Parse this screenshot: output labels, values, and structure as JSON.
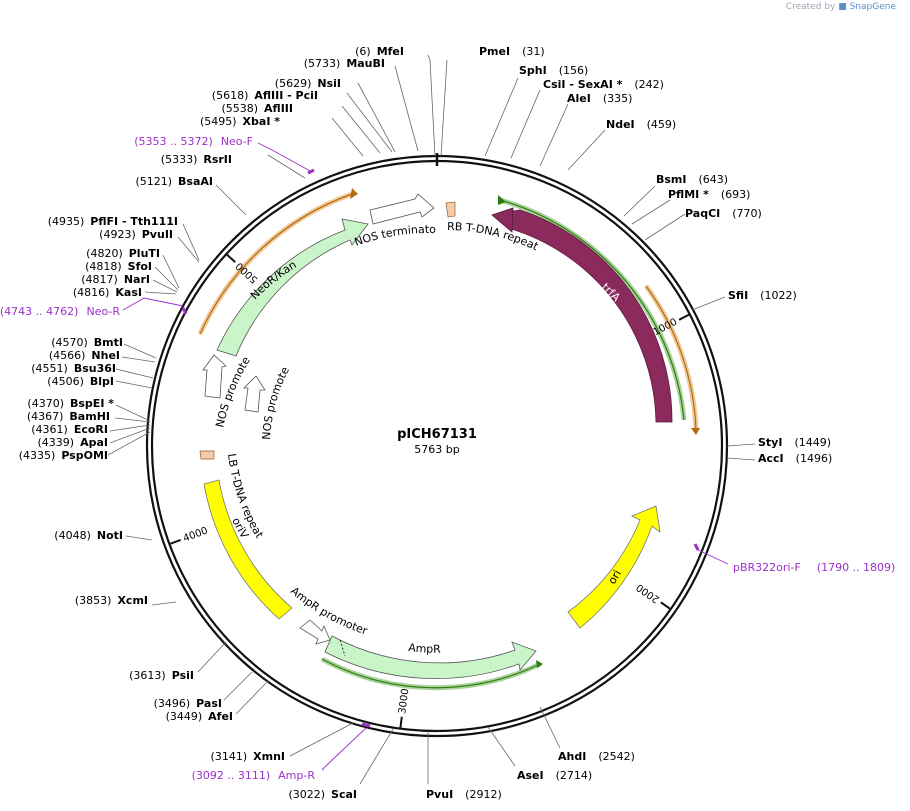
{
  "credit": {
    "prefix": "Created by",
    "brand": "SnapGene"
  },
  "plasmid": {
    "name": "pICH67131",
    "length_label": "5763 bp",
    "length": 5763
  },
  "ruler_ticks": [
    {
      "bp": 1000,
      "label": "1000"
    },
    {
      "bp": 2000,
      "label": "2000"
    },
    {
      "bp": 3000,
      "label": "3000"
    },
    {
      "bp": 4000,
      "label": "4000"
    },
    {
      "bp": 5000,
      "label": "5000"
    }
  ],
  "sites": [
    {
      "name": "MfeI",
      "pos": "(6)",
      "bp": 6
    },
    {
      "name": "PmeI",
      "pos": "(31)",
      "bp": 31
    },
    {
      "name": "SphI",
      "pos": "(156)",
      "bp": 156
    },
    {
      "name": "CsiI  - SexAI *",
      "pos": "(242)",
      "bp": 242
    },
    {
      "name": "AleI",
      "pos": "(335)",
      "bp": 335
    },
    {
      "name": "NdeI",
      "pos": "(459)",
      "bp": 459
    },
    {
      "name": "BsmI",
      "pos": "(643)",
      "bp": 643
    },
    {
      "name": "PflMI *",
      "pos": "(693)",
      "bp": 693
    },
    {
      "name": "PaqCI",
      "pos": "(770)",
      "bp": 770
    },
    {
      "name": "SfiI",
      "pos": "(1022)",
      "bp": 1022
    },
    {
      "name": "StyI",
      "pos": "(1449)",
      "bp": 1449
    },
    {
      "name": "AccI",
      "pos": "(1496)",
      "bp": 1496
    },
    {
      "name": "AhdI",
      "pos": "(2542)",
      "bp": 2542
    },
    {
      "name": "AseI",
      "pos": "(2714)",
      "bp": 2714
    },
    {
      "name": "PvuI",
      "pos": "(2912)",
      "bp": 2912
    },
    {
      "name": "ScaI",
      "pos": "(3022)",
      "bp": 3022
    },
    {
      "name": "XmnI",
      "pos": "(3141)",
      "bp": 3141
    },
    {
      "name": "AfeI",
      "pos": "(3449)",
      "bp": 3449
    },
    {
      "name": "PasI",
      "pos": "(3496)",
      "bp": 3496
    },
    {
      "name": "PsiI",
      "pos": "(3613)",
      "bp": 3613
    },
    {
      "name": "XcmI",
      "pos": "(3853)",
      "bp": 3853
    },
    {
      "name": "NotI",
      "pos": "(4048)",
      "bp": 4048
    },
    {
      "name": "PspOMI",
      "pos": "(4335)",
      "bp": 4335
    },
    {
      "name": "ApaI",
      "pos": "(4339)",
      "bp": 4339
    },
    {
      "name": "EcoRI",
      "pos": "(4361)",
      "bp": 4361
    },
    {
      "name": "BamHI",
      "pos": "(4367)",
      "bp": 4367
    },
    {
      "name": "BspEI *",
      "pos": "(4370)",
      "bp": 4370
    },
    {
      "name": "BlpI",
      "pos": "(4506)",
      "bp": 4506
    },
    {
      "name": "Bsu36I",
      "pos": "(4551)",
      "bp": 4551
    },
    {
      "name": "NheI",
      "pos": "(4566)",
      "bp": 4566
    },
    {
      "name": "BmtI",
      "pos": "(4570)",
      "bp": 4570
    },
    {
      "name": "KasI",
      "pos": "(4816)",
      "bp": 4816
    },
    {
      "name": "NarI",
      "pos": "(4817)",
      "bp": 4817
    },
    {
      "name": "SfoI",
      "pos": "(4818)",
      "bp": 4818
    },
    {
      "name": "PluTI",
      "pos": "(4820)",
      "bp": 4820
    },
    {
      "name": "PvuII",
      "pos": "(4923)",
      "bp": 4923
    },
    {
      "name": "PflFI  - Tth111I",
      "pos": "(4935)",
      "bp": 4935
    },
    {
      "name": "BsaAI",
      "pos": "(5121)",
      "bp": 5121
    },
    {
      "name": "RsrII",
      "pos": "(5333)",
      "bp": 5333
    },
    {
      "name": "XbaI *",
      "pos": "(5495)",
      "bp": 5495
    },
    {
      "name": "AflIII",
      "pos": "(5538)",
      "bp": 5538
    },
    {
      "name": "AflIII  - PciI",
      "pos": "(5618)",
      "bp": 5618
    },
    {
      "name": "NsiI",
      "pos": "(5629)",
      "bp": 5629
    },
    {
      "name": "MauBI",
      "pos": "(5733)",
      "bp": 5733
    }
  ],
  "primers": [
    {
      "name": "Neo-F",
      "range": "(5353 .. 5372)",
      "bp": 5362
    },
    {
      "name": "Neo-R",
      "range": "(4743 .. 4762)",
      "bp": 4752
    },
    {
      "name": "pBR322ori-F",
      "range": "(1790 .. 1809)",
      "bp": 1800
    },
    {
      "name": "Amp-R",
      "range": "(3092 .. 3111)",
      "bp": 3101
    }
  ],
  "features": [
    {
      "name": "trfA",
      "color": "#8b2a5c"
    },
    {
      "name": "RB T-DNA repeat",
      "color": "#f5cba7"
    },
    {
      "name": "NOS terminator",
      "color": "#ffffff"
    },
    {
      "name": "NeoR/KanR",
      "color": "#c9f5c9"
    },
    {
      "name": "NOS promoter",
      "color": "#ffffff"
    },
    {
      "name": "NOS promoter",
      "color": "#ffffff"
    },
    {
      "name": "LB T-DNA repeat",
      "color": "#f5cba7"
    },
    {
      "name": "oriV",
      "color": "#ffff00"
    },
    {
      "name": "AmpR promoter",
      "color": "#ffffff"
    },
    {
      "name": "AmpR",
      "color": "#c9f5c9"
    },
    {
      "name": "ori",
      "color": "#ffff00"
    }
  ],
  "colors": {
    "primer": "#9b30c9",
    "orf_green": "#3f9e1f",
    "orf_orange": "#e08a1f"
  }
}
